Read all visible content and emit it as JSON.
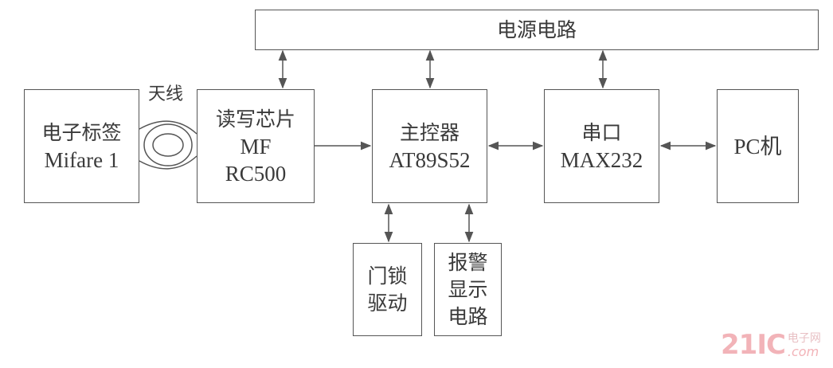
{
  "diagram": {
    "power": {
      "label": "电源电路"
    },
    "tag": {
      "lines": [
        "电子标签",
        "Mifare 1"
      ]
    },
    "antenna": {
      "label": "天线"
    },
    "reader": {
      "lines": [
        "读写芯片",
        "MF",
        "RC500"
      ]
    },
    "controller": {
      "lines": [
        "主控器",
        "AT89S52"
      ]
    },
    "serial": {
      "lines": [
        "串口",
        "MAX232"
      ]
    },
    "pc": {
      "label": "PC机"
    },
    "lock": {
      "lines": [
        "门锁",
        "驱动"
      ]
    },
    "alarm": {
      "lines": [
        "报警",
        "显示",
        "电路"
      ]
    },
    "connections": [
      {
        "from": "power",
        "to": "reader",
        "type": "bidirectional"
      },
      {
        "from": "power",
        "to": "controller",
        "type": "bidirectional"
      },
      {
        "from": "power",
        "to": "serial",
        "type": "bidirectional"
      },
      {
        "from": "reader",
        "to": "controller",
        "type": "directed"
      },
      {
        "from": "controller",
        "to": "serial",
        "type": "bidirectional"
      },
      {
        "from": "serial",
        "to": "pc",
        "type": "bidirectional"
      },
      {
        "from": "controller",
        "to": "lock",
        "type": "bidirectional"
      },
      {
        "from": "controller",
        "to": "alarm",
        "type": "bidirectional"
      },
      {
        "from": "tag",
        "to": "reader",
        "type": "antenna-coupling"
      }
    ],
    "line_color": "#555555"
  },
  "watermark": {
    "big": "21IC",
    "cn": "电子网",
    "com": ".com"
  }
}
